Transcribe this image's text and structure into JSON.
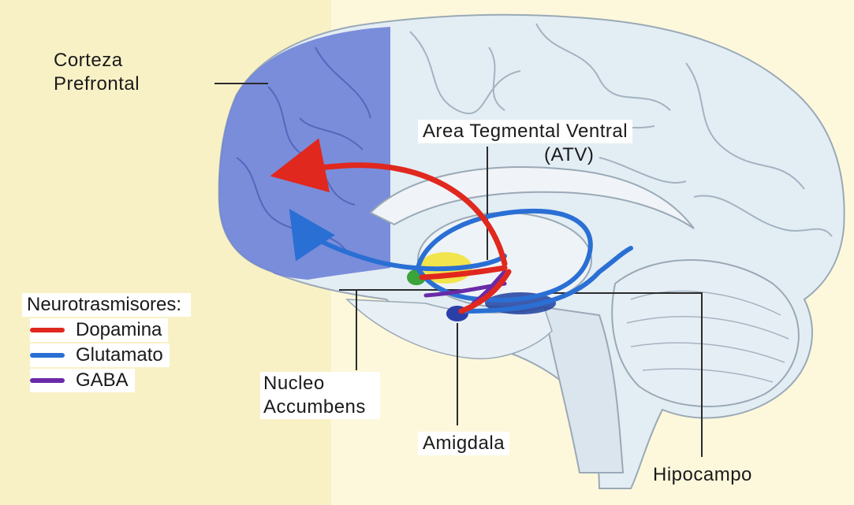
{
  "labels": {
    "corteza_line1": "Corteza",
    "corteza_line2": "Prefrontal",
    "atv_line1": "Area Tegmental Ventral",
    "atv_line2": "(ATV)",
    "nucleo_line1": "Nucleo",
    "nucleo_line2": "Accumbens",
    "amigdala": "Amigdala",
    "hipocampo": "Hipocampo"
  },
  "legend": {
    "title": "Neurotrasmisores:",
    "items": [
      {
        "label": "Dopamina",
        "color": "#e0281e"
      },
      {
        "label": "Glutamato",
        "color": "#2a6fd4"
      },
      {
        "label": "GABA",
        "color": "#6a2aa8"
      }
    ]
  },
  "colors": {
    "background": "#fbf4cf",
    "brain": "#dde9f1",
    "prefrontal": "#6b7fd6",
    "dopamine": "#e0281e",
    "glutamate": "#2a6fd4",
    "gaba": "#6a2aa8"
  }
}
